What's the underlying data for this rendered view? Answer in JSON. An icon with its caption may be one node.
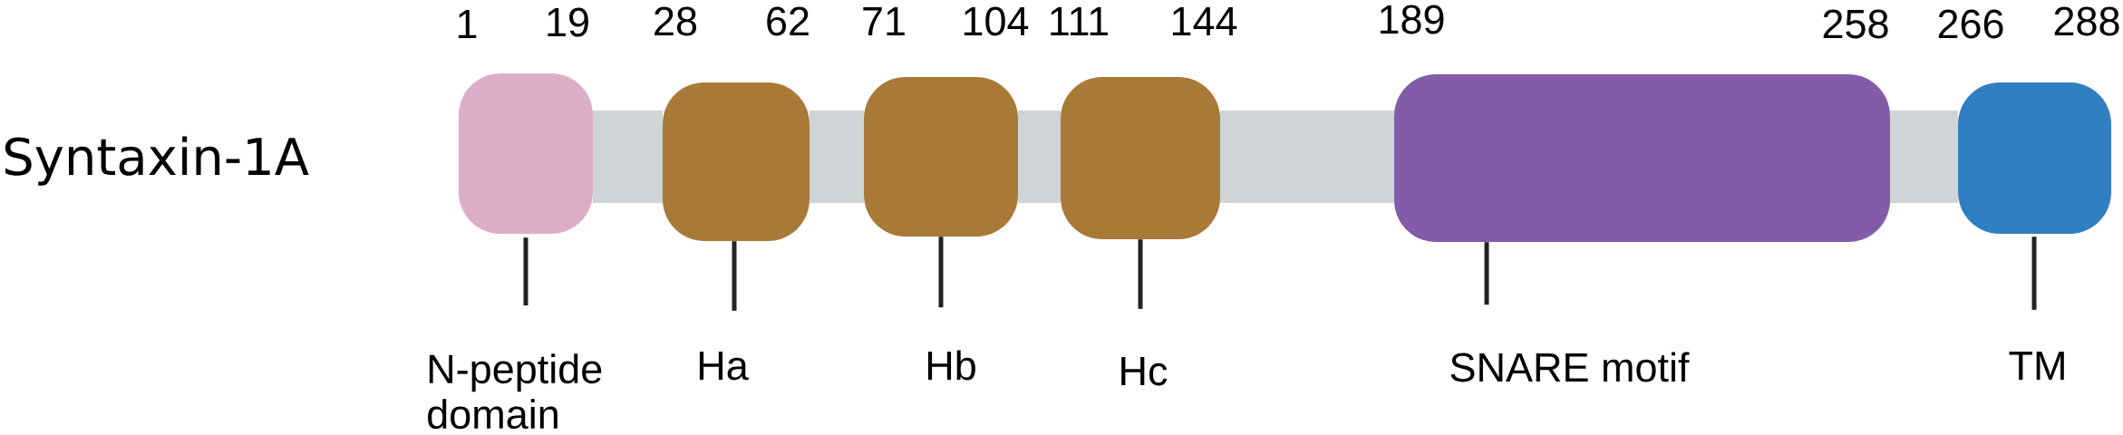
{
  "diagram": {
    "title": "Syntaxin-1A",
    "nodes": [
      {
        "text": [],
        "shape": "box",
        "beside": [
          "1",
          "19"
        ]
      },
      {
        "text": [],
        "shape": "bar"
      },
      {
        "text": [],
        "shape": "box",
        "beside": [
          "28",
          "62"
        ]
      },
      {
        "text": [],
        "shape": "bar"
      },
      {
        "text": [],
        "shape": "box",
        "beside": [
          "71",
          "104"
        ]
      },
      {
        "text": [],
        "shape": "bar"
      },
      {
        "text": [],
        "shape": "box",
        "beside": [
          "111",
          "144"
        ]
      },
      {
        "text": [],
        "shape": "bar"
      },
      {
        "text": [],
        "shape": "box",
        "beside": [
          "189",
          "258"
        ]
      },
      {
        "text": [],
        "shape": "bar"
      },
      {
        "text": [],
        "shape": "box",
        "beside": [
          "266",
          "288"
        ]
      },
      {
        "text": [
          "N-peptide domain"
        ]
      },
      {
        "text": [
          "Ha"
        ]
      },
      {
        "text": [
          "Hb"
        ]
      },
      {
        "text": [
          "Hc"
        ]
      },
      {
        "text": [
          "SNARE motif"
        ]
      },
      {
        "text": [
          "TM"
        ]
      }
    ],
    "edges": [
      {
        "from": 11,
        "to": 0,
        "arrow": "none"
      },
      {
        "from": 12,
        "to": 2,
        "arrow": "none"
      },
      {
        "from": 13,
        "to": 4,
        "arrow": "none"
      },
      {
        "from": 14,
        "to": 6,
        "arrow": "none"
      },
      {
        "from": 15,
        "to": 8,
        "arrow": "none"
      },
      {
        "from": 16,
        "to": 10,
        "arrow": "none"
      }
    ]
  }
}
